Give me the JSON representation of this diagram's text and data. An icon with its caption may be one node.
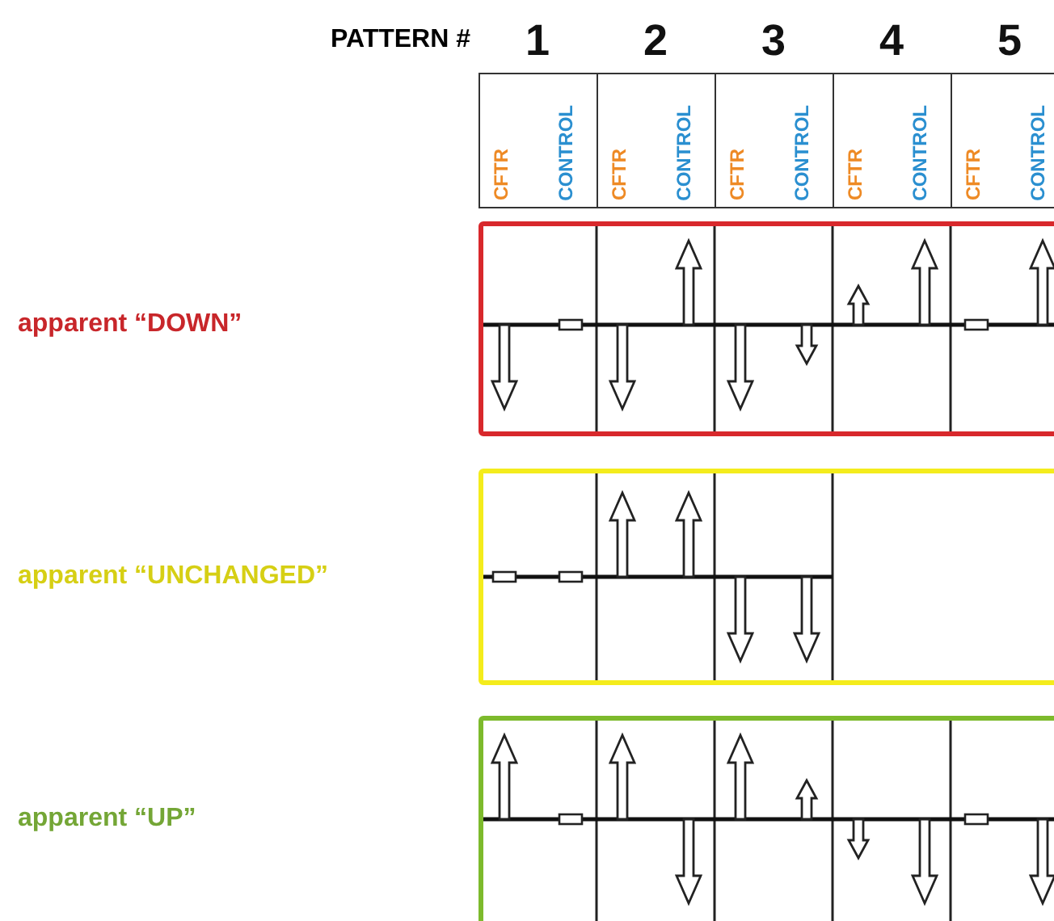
{
  "diagram": {
    "nodes": [
      {
        "text": [
          "1",
          "CFTR",
          "CONTROL"
        ]
      },
      {
        "text": [
          "2",
          "CFTR",
          "CONTROL"
        ]
      },
      {
        "text": [
          "3",
          "CFTR",
          "CONTROL"
        ]
      },
      {
        "text": [
          "4",
          "CFTR",
          "CONTROL"
        ]
      },
      {
        "text": [
          "5",
          "CFTR",
          "CONTROL"
        ]
      }
    ],
    "labels": [
      "PATTERN #",
      "apparent “DOWN”",
      "apparent “UNCHANGED”",
      "apparent “UP”"
    ]
  }
}
